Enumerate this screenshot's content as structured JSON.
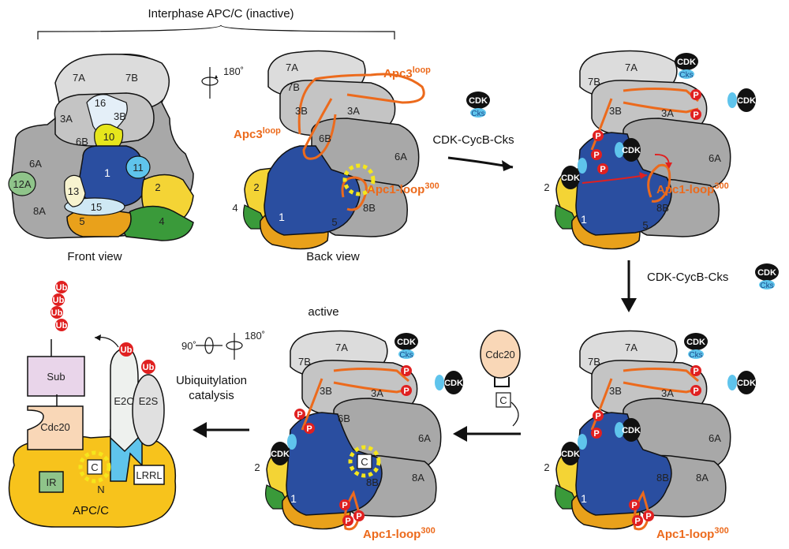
{
  "title": "Interphase APC/C (inactive)",
  "rotation_label": "180˚",
  "rotation_label_90": "90˚",
  "front_view": "Front view",
  "back_view": "Back view",
  "step1_label": "CDK-CycB-Cks",
  "step2_label": "CDK-CycB-Cks",
  "active_label": "active",
  "ubiq_label_line1": "Ubiquitylation",
  "ubiq_label_line2": "catalysis",
  "apc3_loop": "Apc3",
  "loop_sup": "loop",
  "apc1_loop": "Apc1-loop",
  "apc1_sup": "300",
  "cdk": "CDK",
  "cks": "Cks",
  "cdc20": "Cdc20",
  "c_terminal": "C",
  "n_terminal": "N",
  "phospho": "P",
  "ub": "Ub",
  "sub": "Sub",
  "e2c": "E2C",
  "e2s": "E2S",
  "ir": "IR",
  "lrrl": "LRRL",
  "apcc": "APC/C",
  "subunits": {
    "s7A": "7A",
    "s7B": "7B",
    "s3A": "3A",
    "s3B": "3B",
    "s6A": "6A",
    "s6B": "6B",
    "s16": "16",
    "s10": "10",
    "s11": "11",
    "s1": "1",
    "s2": "2",
    "s4": "4",
    "s5": "5",
    "s8A": "8A",
    "s8B": "8B",
    "s12A": "12A",
    "s13": "13",
    "s15": "15"
  },
  "colors": {
    "light_gray": "#dcdcdc",
    "mid_gray": "#c4c4c4",
    "dark_gray": "#a8a8a8",
    "blue": "#2a4ea0",
    "yellow": "#f4d435",
    "orange_yellow": "#e9a11b",
    "green": "#3a9a3a",
    "light_blue": "#5fc4ec",
    "orange": "#ec6a1c",
    "red": "#e02020",
    "black": "#111111",
    "apcc_yellow": "#f7c31c",
    "cdc20_peach": "#f9d7b7",
    "sub_pink": "#e9d5ea"
  }
}
